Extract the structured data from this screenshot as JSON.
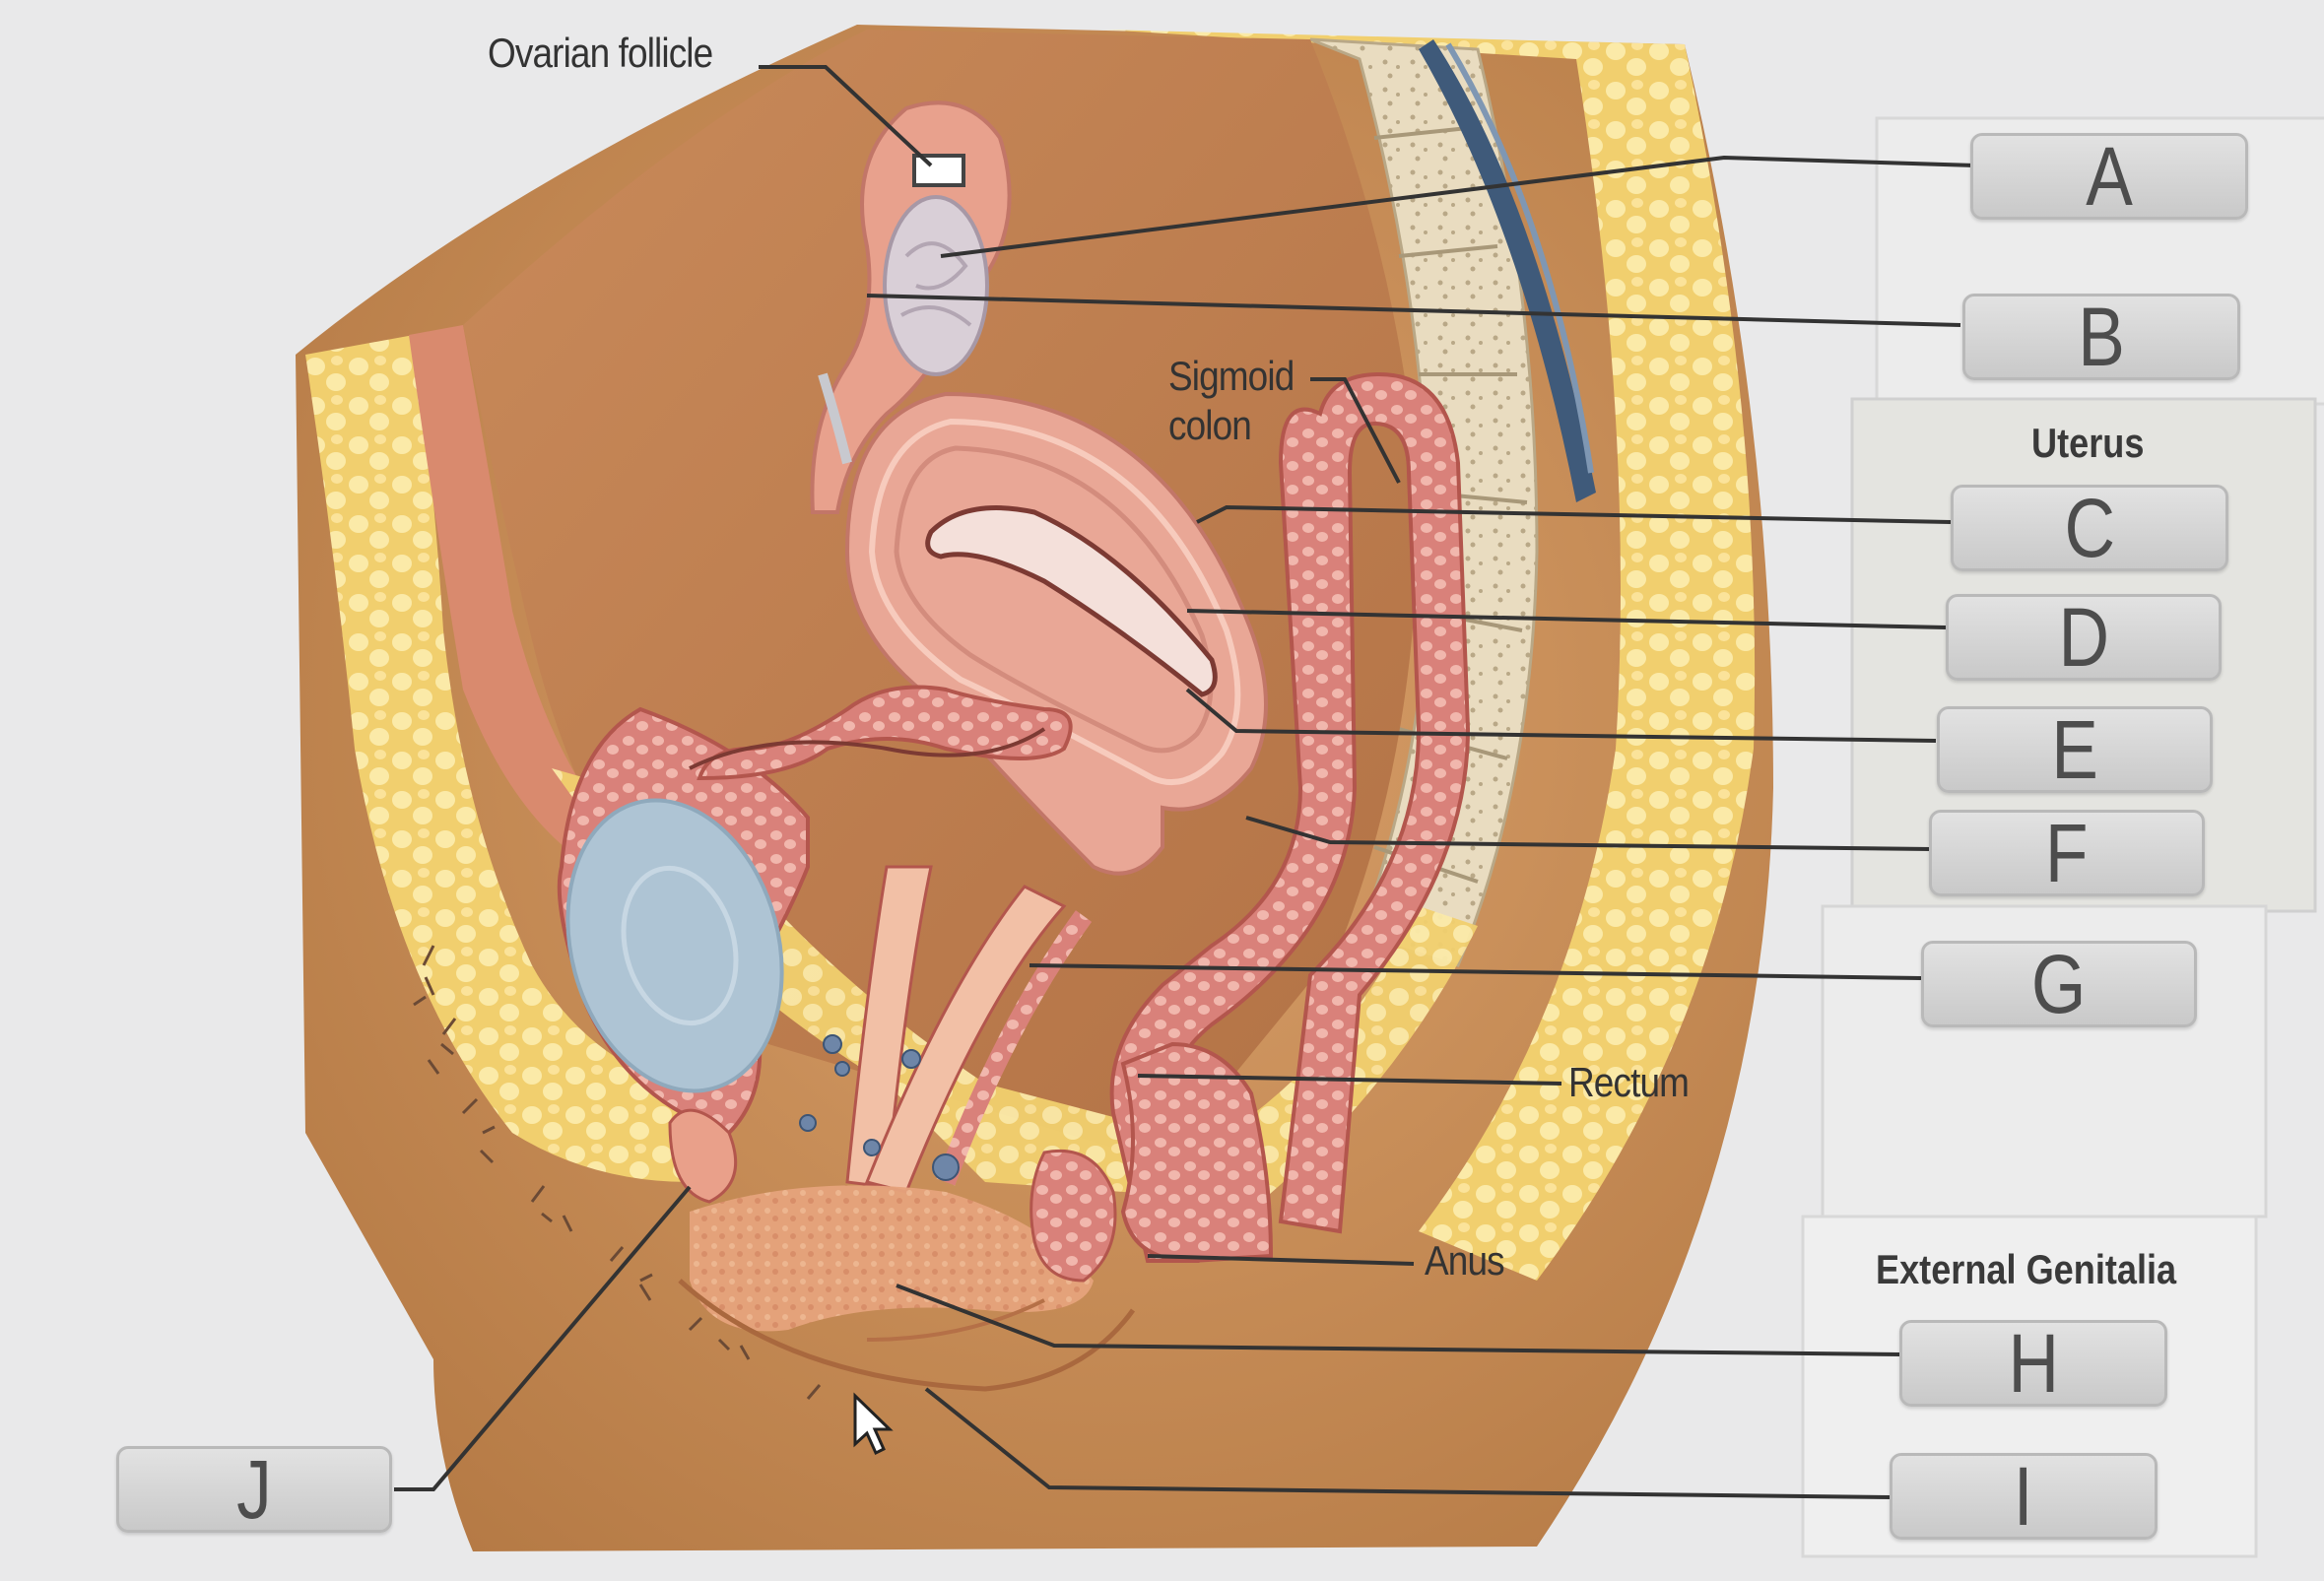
{
  "diagram": {
    "labels": {
      "ovarian_follicle": "Ovarian follicle",
      "sigmoid_colon_line1": "Sigmoid",
      "sigmoid_colon_line2": "colon",
      "rectum": "Rectum",
      "anus": "Anus"
    }
  },
  "panel": {
    "sections": {
      "uterus": "Uterus",
      "external_genitalia": "External Genitalia"
    },
    "answer_boxes": {
      "A": "A",
      "B": "B",
      "C": "C",
      "D": "D",
      "E": "E",
      "F": "F",
      "G": "G",
      "H": "H",
      "I": "I",
      "J": "J"
    }
  },
  "colors": {
    "background": "#e9e9ea",
    "skin": "#c8925e",
    "fat": "#f0d47c",
    "uterus_pink": "#e9a796",
    "bladder_blue": "#aec4d4",
    "leader_line": "#333333"
  },
  "icons": [
    "mouse-pointer-icon"
  ]
}
